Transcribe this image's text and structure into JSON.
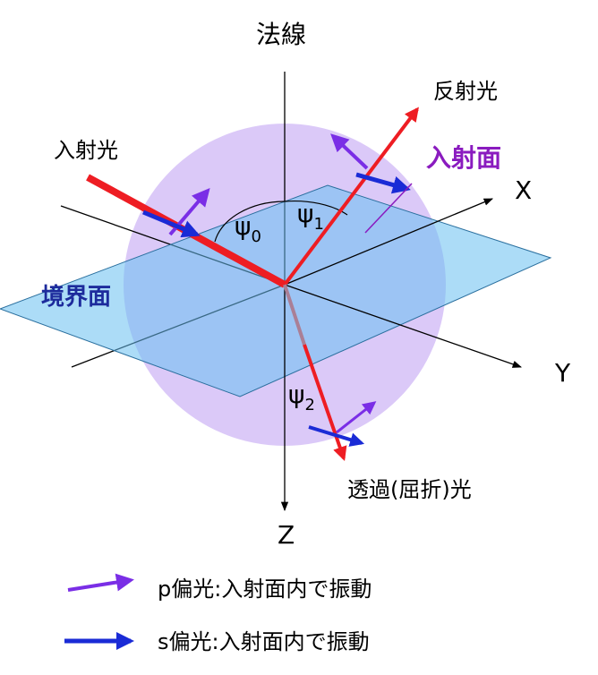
{
  "labels": {
    "normal": "法線",
    "incident_light": "入射光",
    "reflected_light": "反射光",
    "plane_of_incidence": "入射面",
    "interface": "境界面",
    "transmitted_light": "透過(屈折)光",
    "axis_x": "X",
    "axis_y": "Y",
    "axis_z": "Z",
    "angle_incidence": {
      "symbol": "ψ",
      "subscript": "0"
    },
    "angle_reflection": {
      "symbol": "ψ",
      "subscript": "1"
    },
    "angle_refraction": {
      "symbol": "ψ",
      "subscript": "2"
    }
  },
  "legend": [
    {
      "label": "p偏光:入射面内で振動",
      "arrow_color": "#7a2ee6"
    },
    {
      "label": "s偏光:入射面内で振動",
      "arrow_color": "#1a2bd6"
    }
  ],
  "colors": {
    "sphere": "#d7c3f7",
    "interface_plane": "#67bff0",
    "ray": "#ee1d23",
    "s_arrow": "#1a2bd6",
    "p_arrow": "#7a2ee6",
    "plane_label": "#8a1bbf",
    "interface_label": "#1d2b9c",
    "axis": "#000000"
  }
}
